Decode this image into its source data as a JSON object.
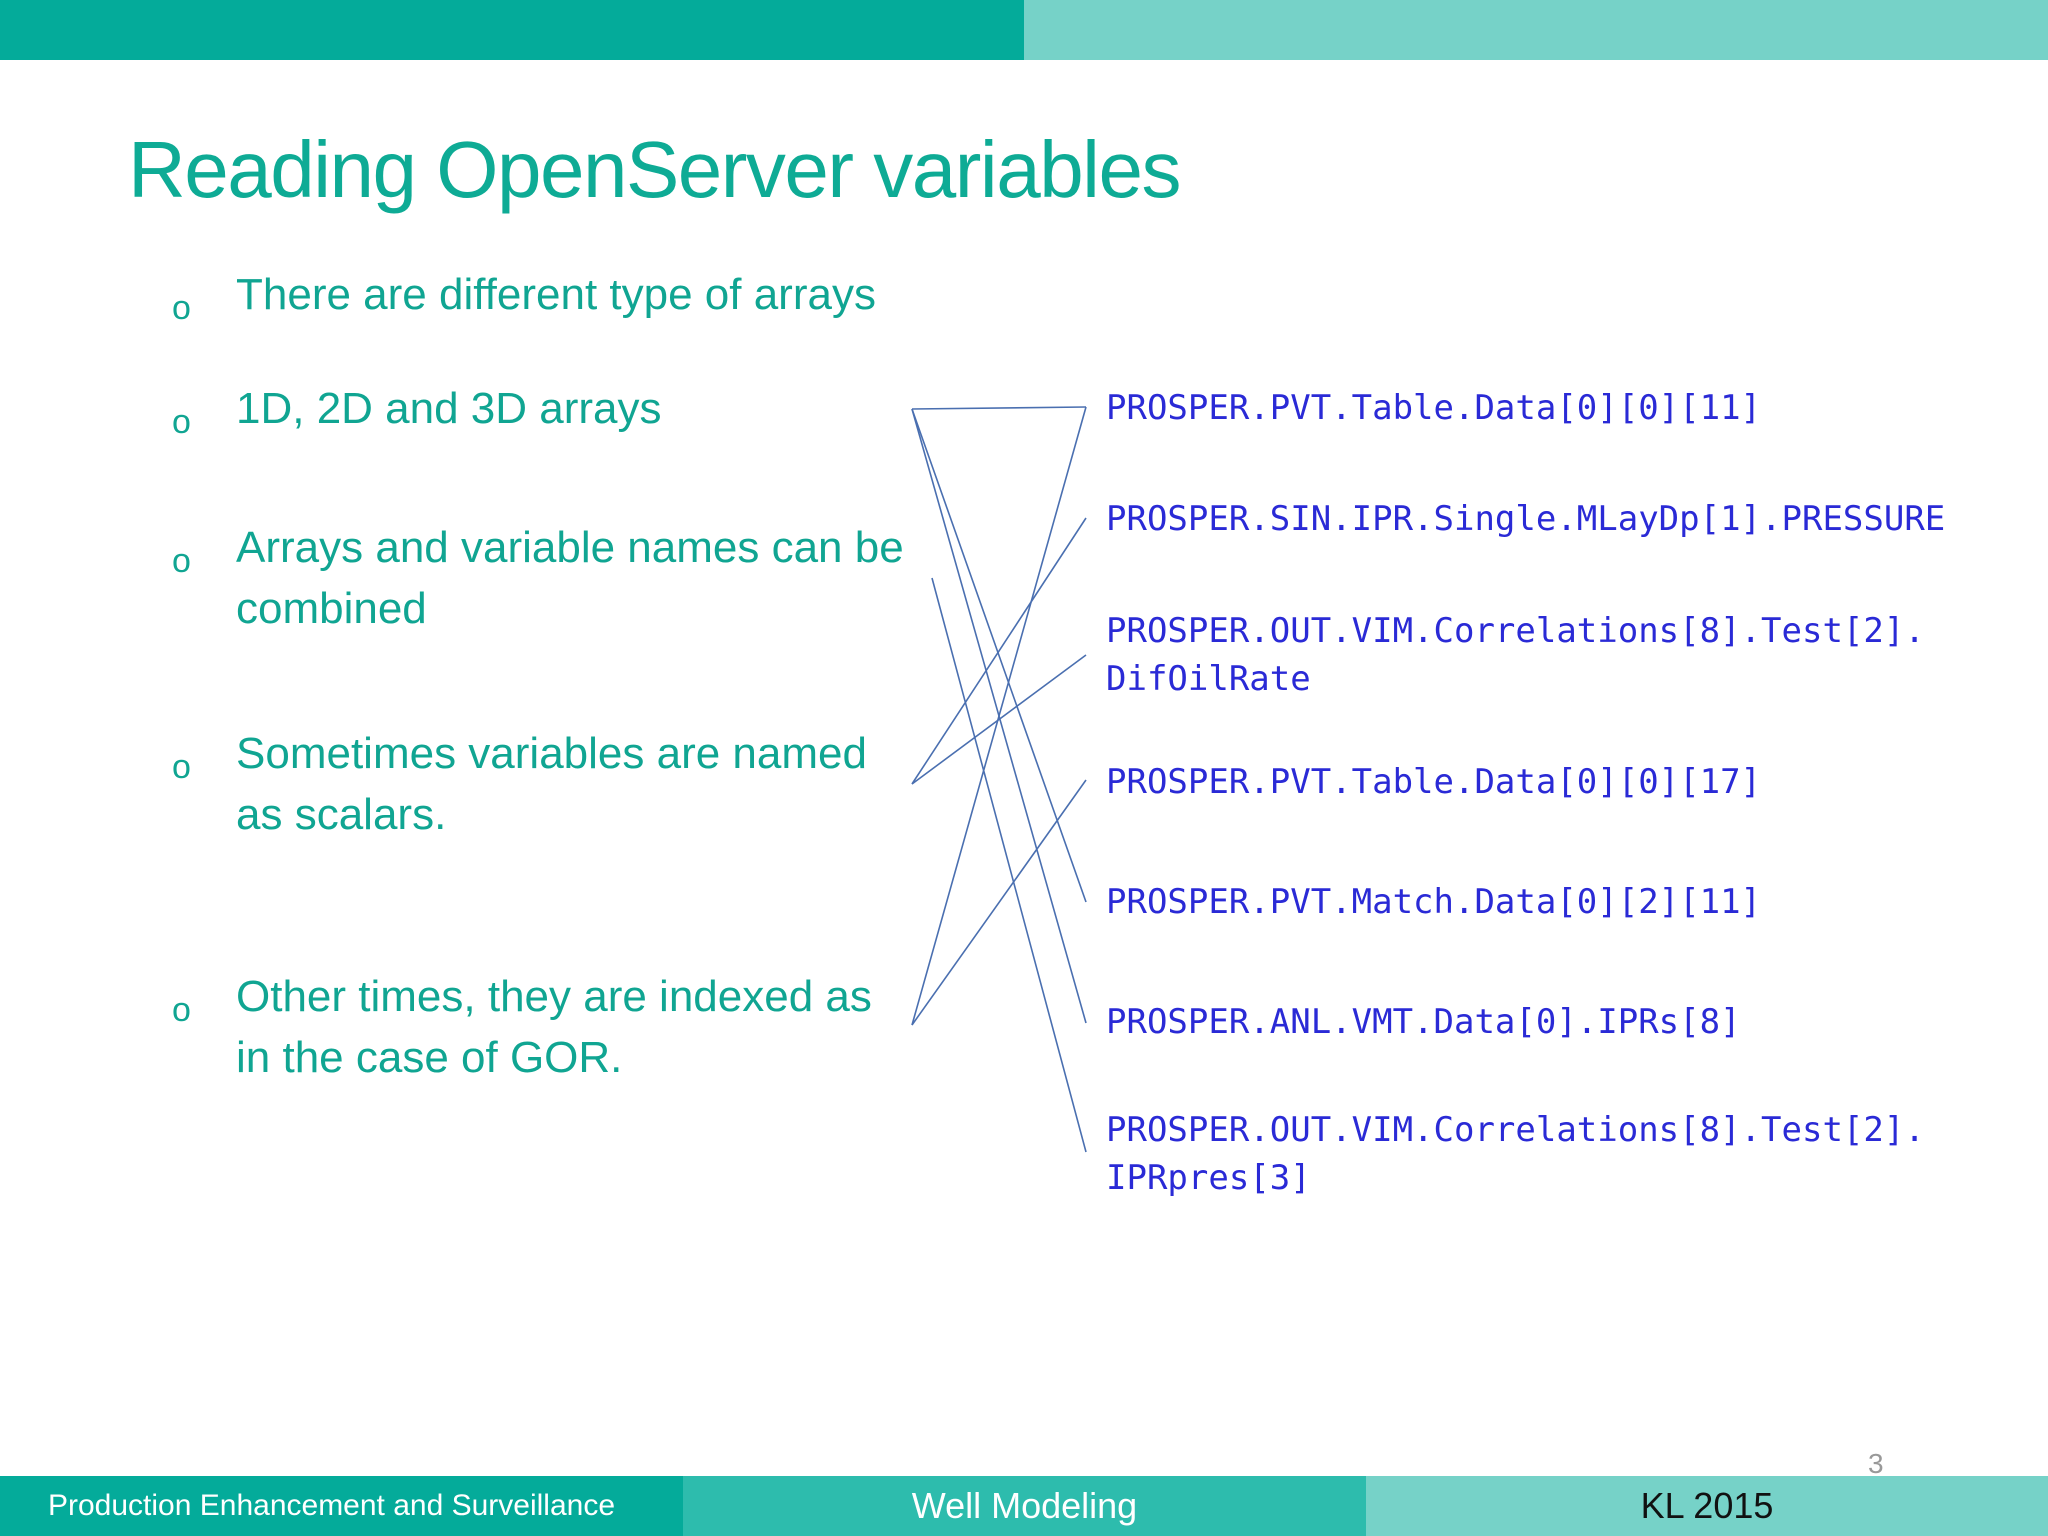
{
  "slide": {
    "title": "Reading OpenServer variables",
    "bullets": [
      {
        "marker": "o",
        "text": "There are different type of arrays"
      },
      {
        "marker": "o",
        "text": "1D, 2D and 3D arrays"
      },
      {
        "marker": "o",
        "text": "Arrays and variable names can be combined"
      },
      {
        "marker": "o",
        "text": "Sometimes variables are named as scalars."
      },
      {
        "marker": "o",
        "text": "Other times, they are indexed as in the case of GOR."
      }
    ],
    "code_items": [
      "PROSPER.PVT.Table.Data[0][0][11]",
      "PROSPER.SIN.IPR.Single.MLayDp[1].PRESSURE",
      "PROSPER.OUT.VIM.Correlations[8].Test[2].\nDifOilRate",
      "PROSPER.PVT.Table.Data[0][0][17]",
      "PROSPER.PVT.Match.Data[0][2][11]",
      "PROSPER.ANL.VMT.Data[0].IPRs[8]",
      "PROSPER.OUT.VIM.Correlations[8].Test[2].\nIPRpres[3]"
    ],
    "page_number": "3"
  },
  "footer": {
    "left": "Production Enhancement and Surveillance",
    "center": "Well Modeling",
    "right": "KL 2015"
  },
  "colors": {
    "teal_dark": "#04ab9a",
    "teal_light": "#76d2c8",
    "teal_mid": "#2dbcad",
    "title_text": "#0eab95",
    "code_text": "#2a2ad6",
    "connector_lines": "#4a6fb0"
  }
}
